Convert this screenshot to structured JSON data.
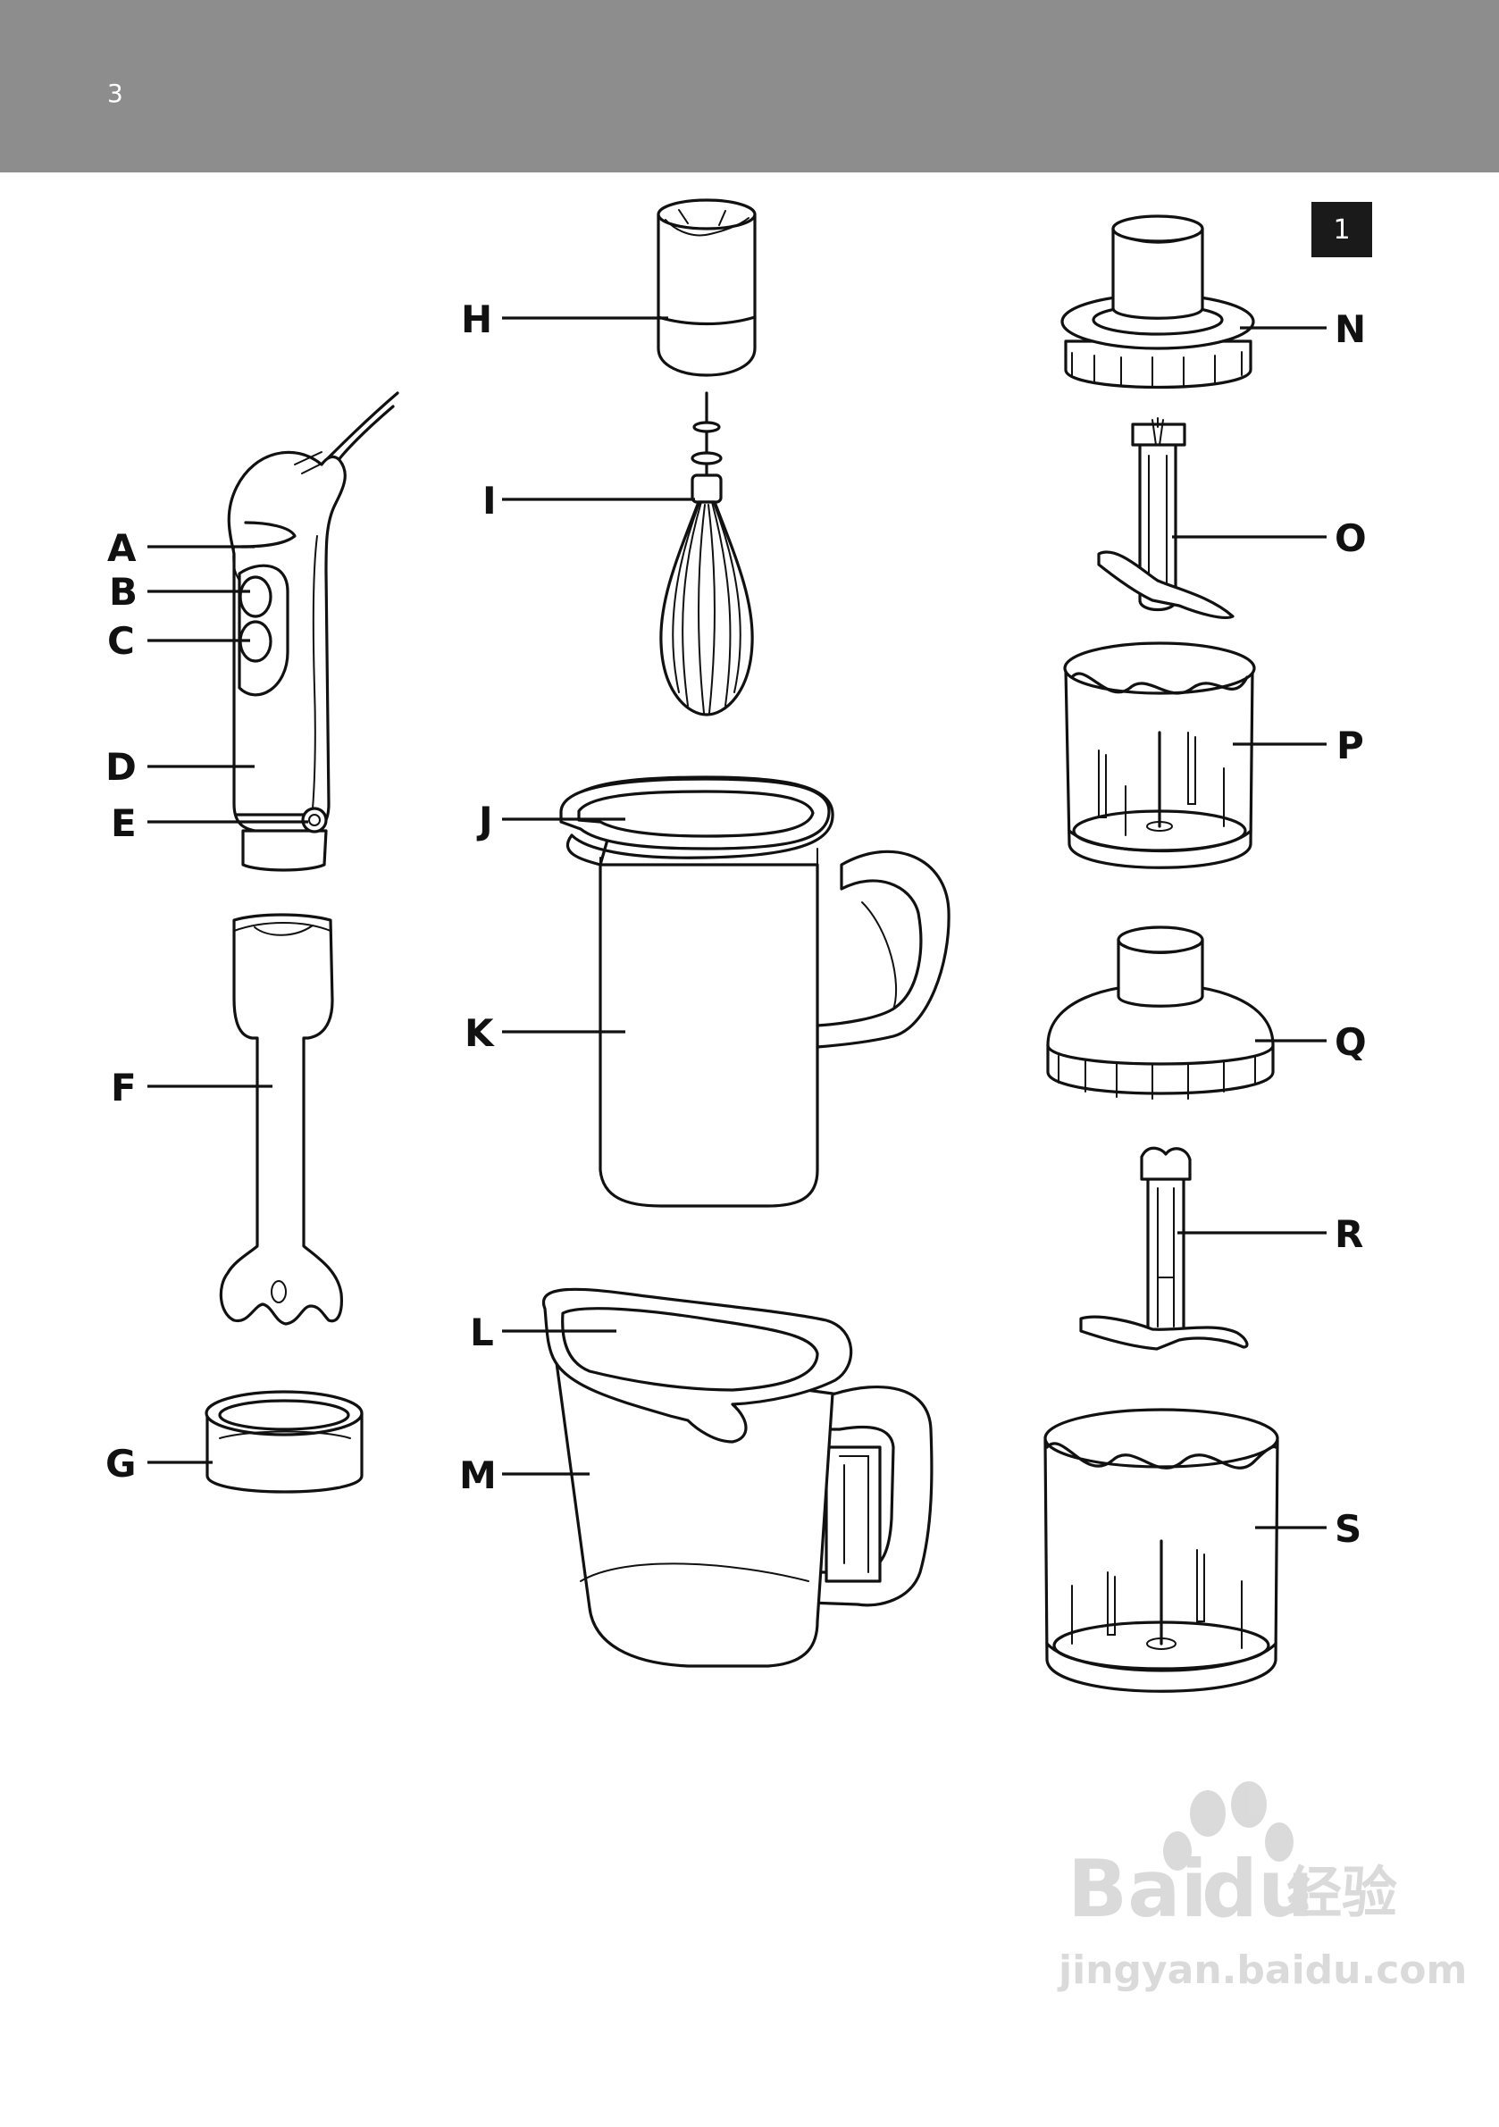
{
  "page": {
    "number": "3",
    "figure": "1"
  },
  "parts": {
    "A": "A",
    "B": "B",
    "C": "C",
    "D": "D",
    "E": "E",
    "F": "F",
    "G": "G",
    "H": "H",
    "I": "I",
    "J": "J",
    "K": "K",
    "L": "L",
    "M": "M",
    "N": "N",
    "O": "O",
    "P": "P",
    "Q": "Q",
    "R": "R",
    "S": "S"
  },
  "watermark": {
    "brand": "Bai",
    "brand2": "du",
    "cn": "经验",
    "url": "jingyan.baidu.com"
  },
  "colors": {
    "header": "#8d8d8d",
    "badge": "#1a1a1a",
    "ink": "#111111"
  }
}
